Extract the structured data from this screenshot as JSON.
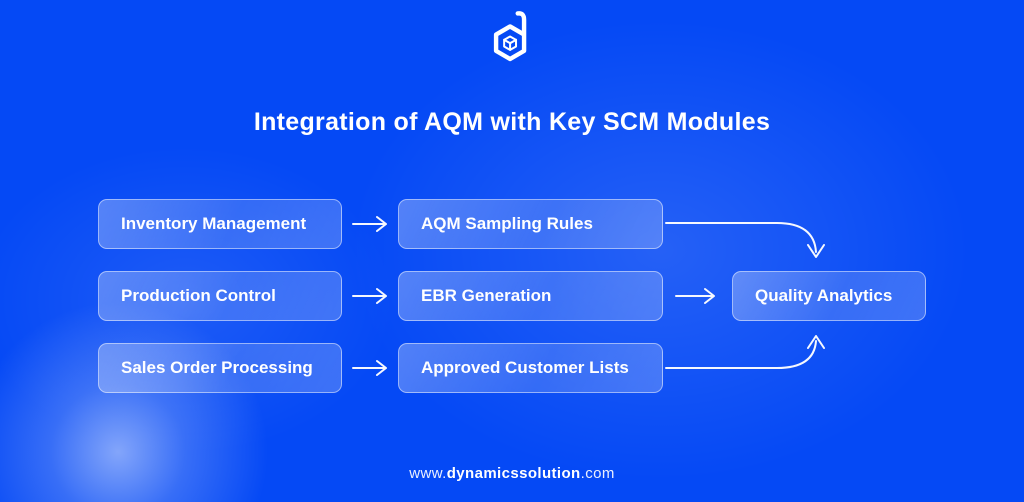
{
  "header": {
    "title": "Integration of AQM with Key SCM Modules",
    "logo": "dynamics-solution-cube-d-logo"
  },
  "flow": {
    "left_column": [
      {
        "label": "Inventory Management"
      },
      {
        "label": "Production Control"
      },
      {
        "label": "Sales Order Processing"
      }
    ],
    "middle_column": [
      {
        "label": "AQM Sampling Rules"
      },
      {
        "label": "EBR Generation"
      },
      {
        "label": "Approved Customer Lists"
      }
    ],
    "right_column": [
      {
        "label": "Quality Analytics"
      }
    ],
    "connections": [
      {
        "from": "Inventory Management",
        "to": "AQM Sampling Rules",
        "style": "straight"
      },
      {
        "from": "Production Control",
        "to": "EBR Generation",
        "style": "straight"
      },
      {
        "from": "Sales Order Processing",
        "to": "Approved Customer Lists",
        "style": "straight"
      },
      {
        "from": "AQM Sampling Rules",
        "to": "Quality Analytics",
        "style": "curved-down"
      },
      {
        "from": "EBR Generation",
        "to": "Quality Analytics",
        "style": "straight"
      },
      {
        "from": "Approved Customer Lists",
        "to": "Quality Analytics",
        "style": "curved-up"
      }
    ]
  },
  "footer": {
    "url_prefix": "www.",
    "url_domain": "dynamicssolution",
    "url_suffix": ".com"
  },
  "colors": {
    "background": "#0549F5",
    "node_border": "rgba(255,255,255,0.48)",
    "text": "#FFFFFF"
  }
}
